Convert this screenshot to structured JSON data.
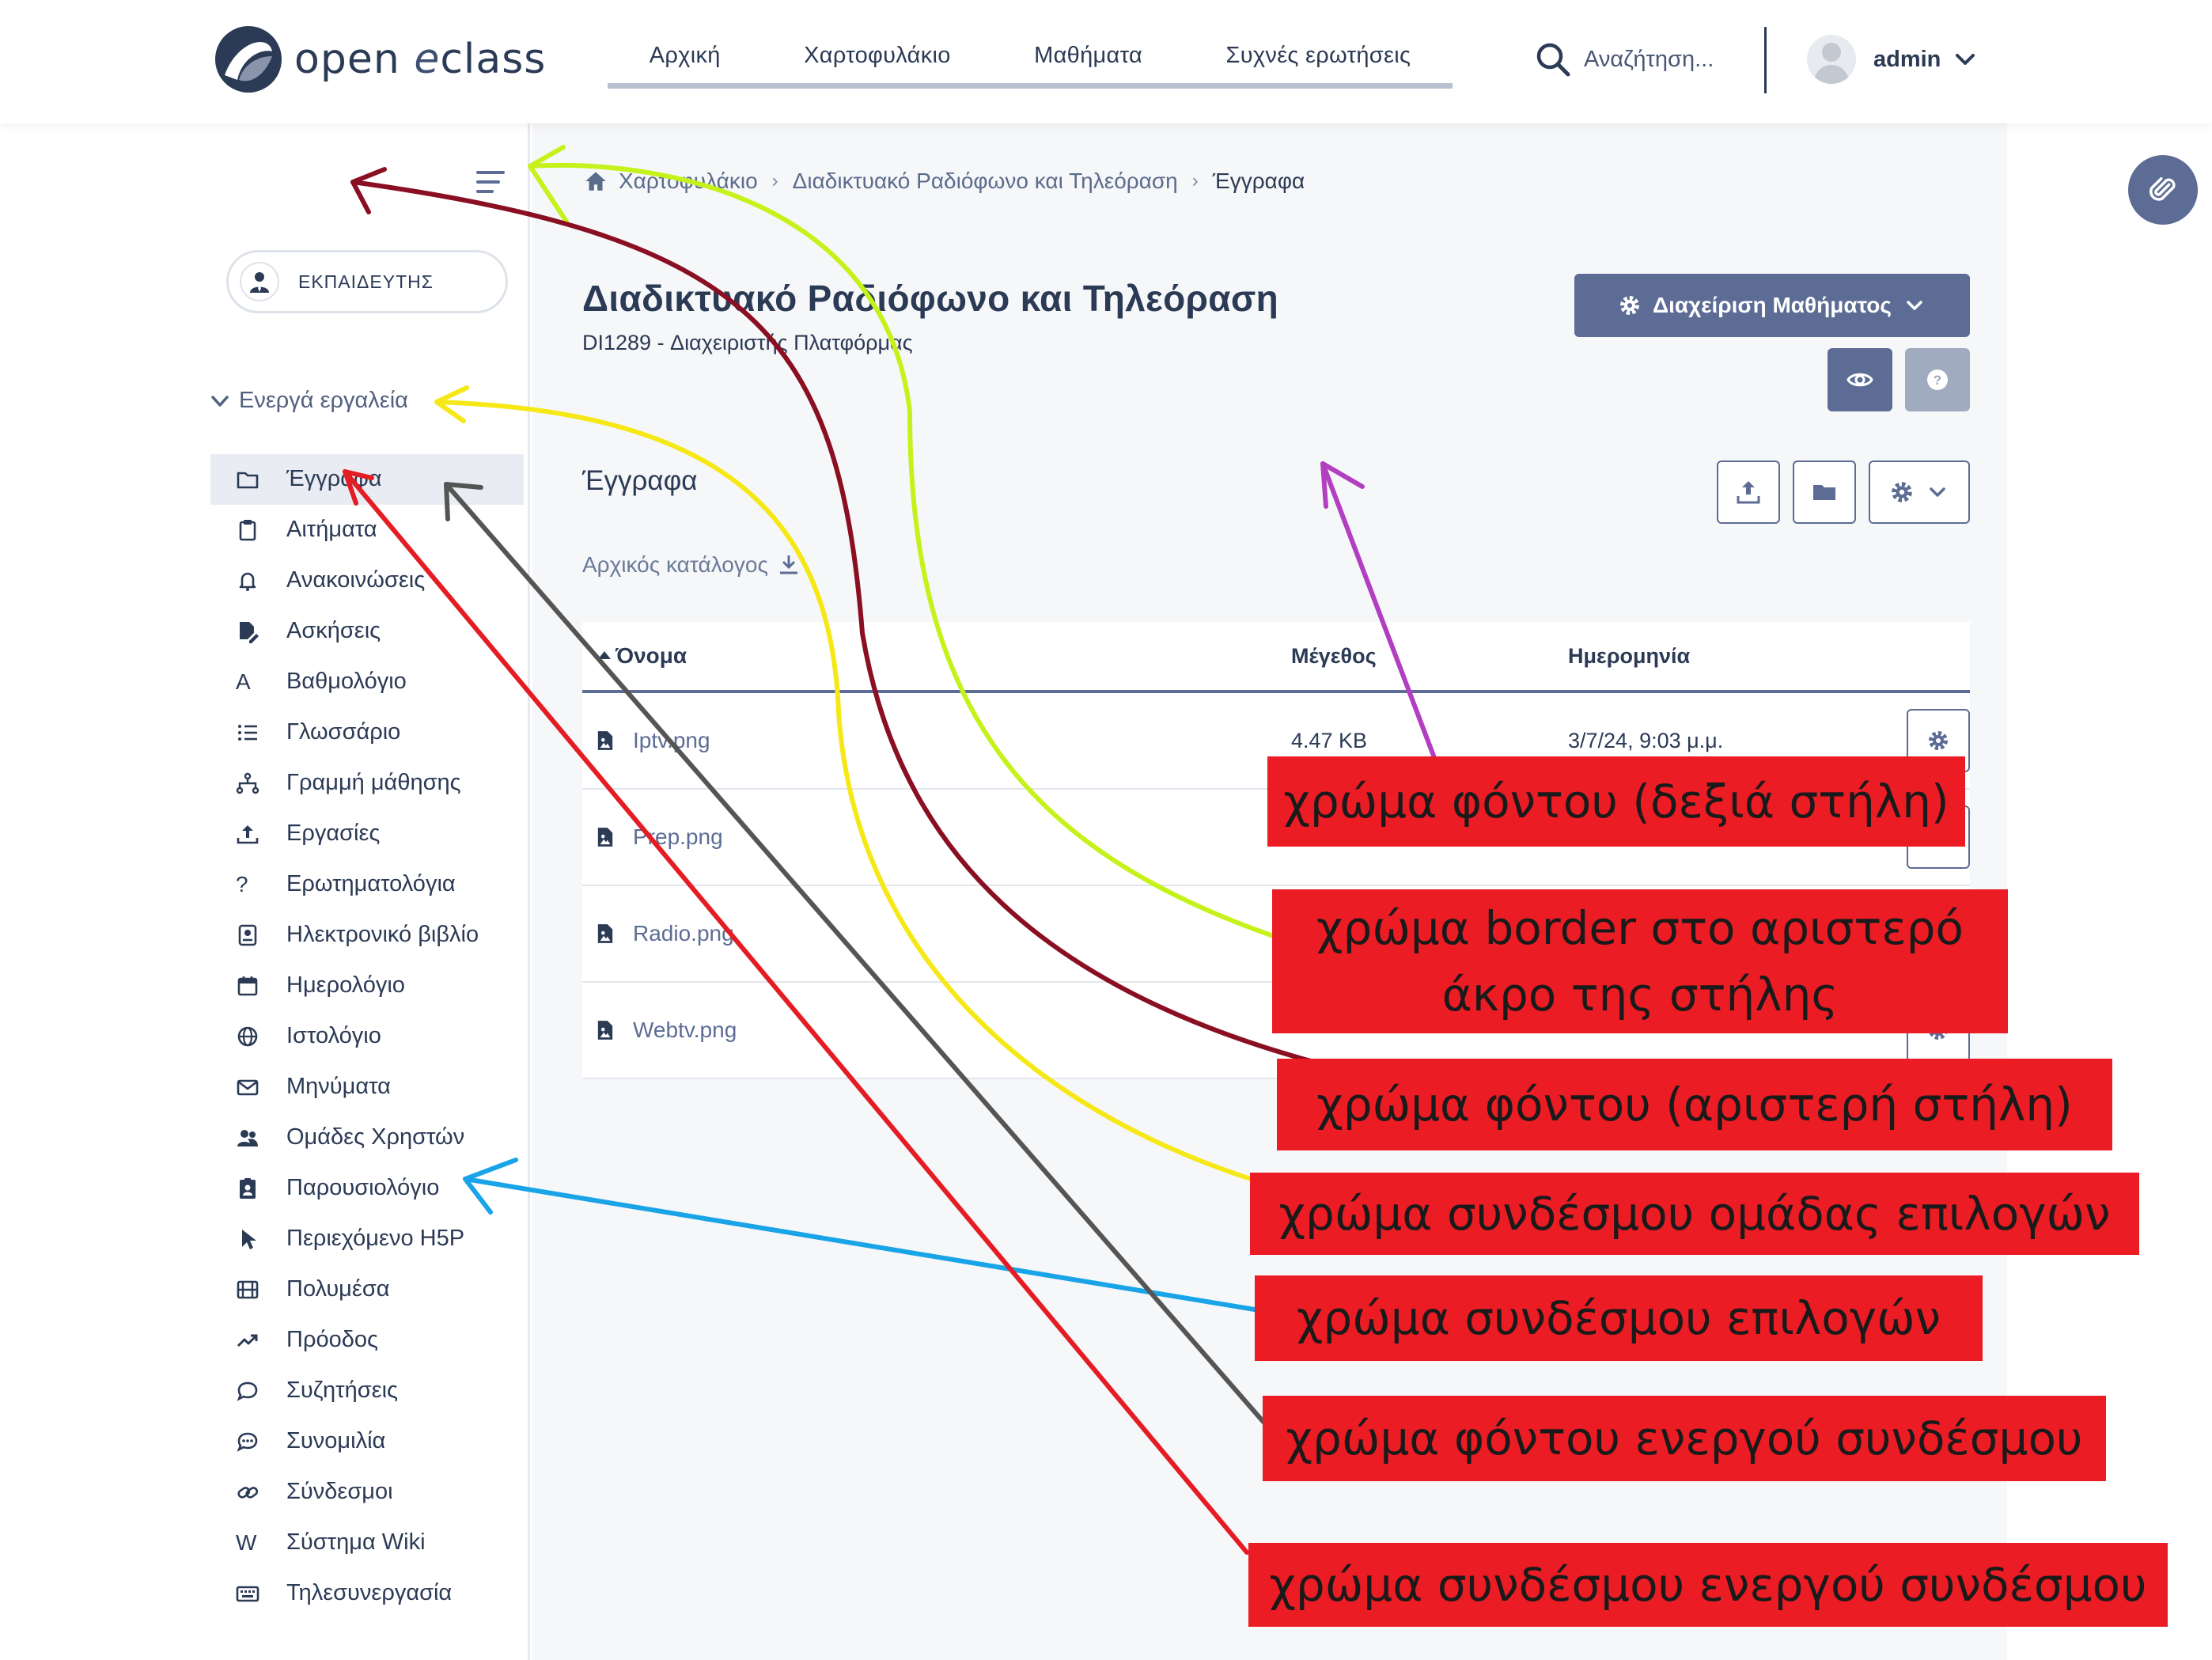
{
  "brand": {
    "name_prefix": "open",
    "name_e": "e",
    "name_suffix": "class"
  },
  "topnav": [
    "Αρχική",
    "Χαρτοφυλάκιο",
    "Μαθήματα",
    "Συχνές ερωτήσεις"
  ],
  "search": {
    "placeholder": "Αναζήτηση..."
  },
  "user": {
    "name": "admin"
  },
  "sidebar": {
    "role": "ΕΚΠΑΙΔΕΥΤΗΣ",
    "group_label": "Ενεργά εργαλεία",
    "items": [
      {
        "label": "Έγγραφα",
        "icon": "folder-icon",
        "active": true
      },
      {
        "label": "Αιτήματα",
        "icon": "clipboard-icon"
      },
      {
        "label": "Ανακοινώσεις",
        "icon": "bell-icon"
      },
      {
        "label": "Ασκήσεις",
        "icon": "file-edit-icon"
      },
      {
        "label": "Βαθμολόγιο",
        "icon": "letter-a-icon"
      },
      {
        "label": "Γλωσσάριο",
        "icon": "list-icon"
      },
      {
        "label": "Γραμμή μάθησης",
        "icon": "sitemap-icon"
      },
      {
        "label": "Εργασίες",
        "icon": "upload-icon"
      },
      {
        "label": "Ερωτηματολόγια",
        "icon": "question-icon"
      },
      {
        "label": "Ηλεκτρονικό βιβλίο",
        "icon": "book-icon"
      },
      {
        "label": "Ημερολόγιο",
        "icon": "calendar-icon"
      },
      {
        "label": "Ιστολόγιο",
        "icon": "globe-icon"
      },
      {
        "label": "Μηνύματα",
        "icon": "envelope-icon"
      },
      {
        "label": "Ομάδες Χρηστών",
        "icon": "users-icon"
      },
      {
        "label": "Παρουσιολόγιο",
        "icon": "clipboard-user-icon"
      },
      {
        "label": "Περιεχόμενο H5P",
        "icon": "pointer-icon"
      },
      {
        "label": "Πολυμέσα",
        "icon": "film-icon"
      },
      {
        "label": "Πρόοδος",
        "icon": "trend-icon"
      },
      {
        "label": "Συζητήσεις",
        "icon": "comment-icon"
      },
      {
        "label": "Συνομιλία",
        "icon": "chat-dots-icon"
      },
      {
        "label": "Σύνδεσμοι",
        "icon": "link-icon"
      },
      {
        "label": "Σύστημα Wiki",
        "icon": "letter-w-icon"
      },
      {
        "label": "Τηλεσυνεργασία",
        "icon": "keyboard-icon"
      }
    ]
  },
  "breadcrumb": [
    "Χαρτοφυλάκιο",
    "Διαδικτυακό Ραδιόφωνο και Τηλεόραση",
    "Έγγραφα"
  ],
  "course": {
    "title": "Διαδικτυακό Ραδιόφωνο και Τηλεόραση",
    "subtitle": "DI1289  -  Διαχειριστής Πλατφόρμας",
    "manage_label": "Διαχείριση Μαθήματος"
  },
  "documents": {
    "section_title": "Έγγραφα",
    "root_label": "Αρχικός κατάλογος",
    "columns": {
      "name": "Όνομα",
      "size": "Μέγεθος",
      "date": "Ημερομηνία"
    },
    "rows": [
      {
        "name": "Iptv.png",
        "size": "4.47 KB",
        "date": "3/7/24, 9:03 μ.μ."
      },
      {
        "name": "Prep.png",
        "size": "",
        "date": ""
      },
      {
        "name": "Radio.png",
        "size": "",
        "date": ""
      },
      {
        "name": "Webtv.png",
        "size": "",
        "date": ""
      }
    ]
  },
  "annotations": {
    "bg_right": "χρώμα φόντου (δεξιά στήλη)",
    "border_left_1": "χρώμα border στο αριστερό",
    "border_left_2": "άκρο της στήλης",
    "bg_left": "χρώμα φόντου (αριστερή στήλη)",
    "group_link": "χρώμα συνδέσμου ομάδας επιλογών",
    "menu_link": "χρώμα συνδέσμου επιλογών",
    "active_bg": "χρώμα φόντου ενεργού συνδέσμου",
    "active_link": "χρώμα συνδέσμου ενεργού συνδέσμου"
  },
  "colors": {
    "primary": "#5c6c94",
    "text": "#2b3a55",
    "active_bg": "#e9edf3",
    "annotation_bg": "#ec1c24"
  }
}
